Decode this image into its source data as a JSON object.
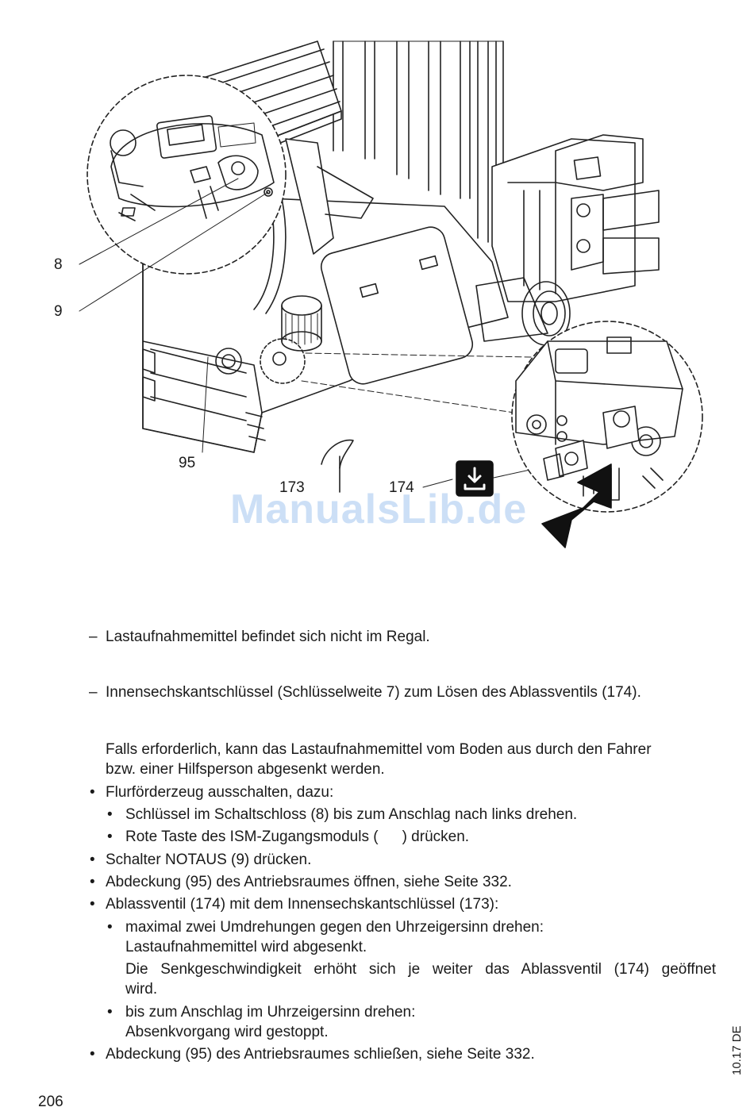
{
  "figure": {
    "callouts": {
      "c8": "8",
      "c9": "9",
      "c95": "95",
      "c173": "173",
      "c174": "174"
    },
    "watermark": "ManualsLib.de",
    "icons": [
      "lowering-valve-symbol-icon",
      "arrow-icon"
    ]
  },
  "preconditions": [
    "Lastaufnahmemittel befindet sich nicht im Regal.",
    "Innensechskantschlüssel (Schlüsselweite 7) zum Lösen des Ablassventils (174)."
  ],
  "intro": {
    "line1": "Falls erforderlich, kann das Lastaufnahmemittel vom Boden aus durch den Fahrer",
    "line2": "bzw. einer Hilfsperson abgesenkt werden."
  },
  "steps": {
    "s1": "Flurförderzeug ausschalten, dazu:",
    "s1a": "Schlüssel im Schaltschloss (8) bis zum Anschlag nach links drehen.",
    "s1b_pre": "Rote Taste des ISM-Zugangsmoduls (",
    "s1b_post": ") drücken.",
    "s2": "Schalter NOTAUS (9) drücken.",
    "s3": "Abdeckung (95) des Antriebsraumes öffnen, siehe Seite 332.",
    "s4": "Ablassventil (174) mit dem Innensechskantschlüssel (173):",
    "s4a_l1": "maximal zwei Umdrehungen gegen den Uhrzeigersinn drehen:",
    "s4a_l2": "Lastaufnahmemittel wird abgesenkt.",
    "s4a_note_l1": "Die Senkgeschwindigkeit erhöht sich je weiter das Ablassventil (174) geöffnet",
    "s4a_note_l2": "wird.",
    "s4b_l1": "bis zum Anschlag im Uhrzeigersinn drehen:",
    "s4b_l2": "Absenkvorgang wird gestoppt.",
    "s5": "Abdeckung (95) des Antriebsraumes schließen, siehe Seite 332."
  },
  "footer": {
    "side_label": "10.17 DE",
    "page_number": "206"
  }
}
